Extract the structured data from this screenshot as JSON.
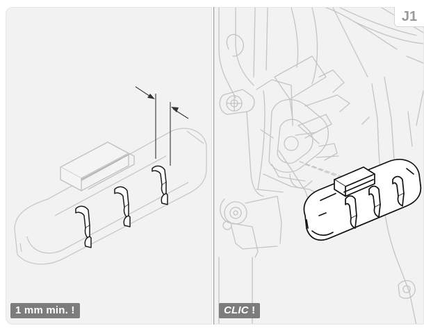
{
  "left_panel": {
    "label": "1 mm min. !"
  },
  "right_panel": {
    "label_word": "CLIC",
    "label_mark": " !"
  },
  "step": {
    "id": "J1"
  },
  "colors": {
    "panel_bg": "#f2f2f2",
    "label_bg": "#7c7c7c",
    "ghost_line": "#c4c4c4",
    "ink": "#111111"
  }
}
